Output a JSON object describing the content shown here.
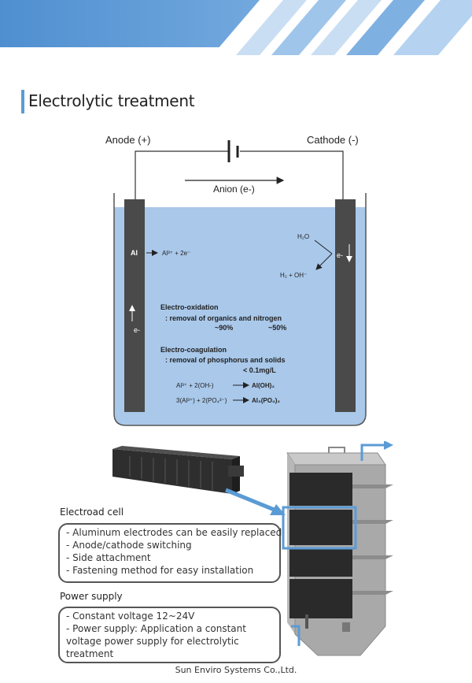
{
  "page": {
    "title": "Electrolytic treatment",
    "footer": "Sun Enviro Systems Co.,Ltd."
  },
  "diagram": {
    "anode_label": "Anode  (+)",
    "cathode_label": "Cathode  (-)",
    "anion_label": "Anion  (e-)",
    "al_label": "Al",
    "anode_reaction": "Al³⁺ + 2e⁻",
    "electron_left": "e-",
    "electron_right": "e-",
    "water": "H₂O",
    "water_products": "H₂ + OH⁻",
    "oxidation": {
      "title": "Electro-oxidation",
      "desc": ": removal of organics and nitrogen",
      "pct1": "~90%",
      "pct2": "~50%"
    },
    "coagulation": {
      "title": "Electro-coagulation",
      "desc": ": removal of phosphorus and solids",
      "limit": "< 0.1mg/L"
    },
    "reactions": [
      {
        "left": "Al³⁺ + 2(OH-)",
        "right": "Al(OH)₂"
      },
      {
        "left": "3(Al³⁺) + 2(PO₄³⁻)",
        "right": "Al₃(PO₄)₂"
      }
    ]
  },
  "cell": {
    "heading": "Electroad cell",
    "items": [
      "- Aluminum electrodes can be easily replaced",
      "- Anode/cathode switching",
      "- Side attachment",
      "- Fastening method for easy installation"
    ]
  },
  "power": {
    "heading": "Power supply",
    "items": [
      "- Constant voltage 12~24V",
      "- Power supply: Application a constant",
      "voltage power supply for electrolytic",
      "treatment"
    ]
  },
  "colors": {
    "accent": "#5b9bd5",
    "water": "#a9c8ea",
    "electrode": "#4a4a4a"
  }
}
